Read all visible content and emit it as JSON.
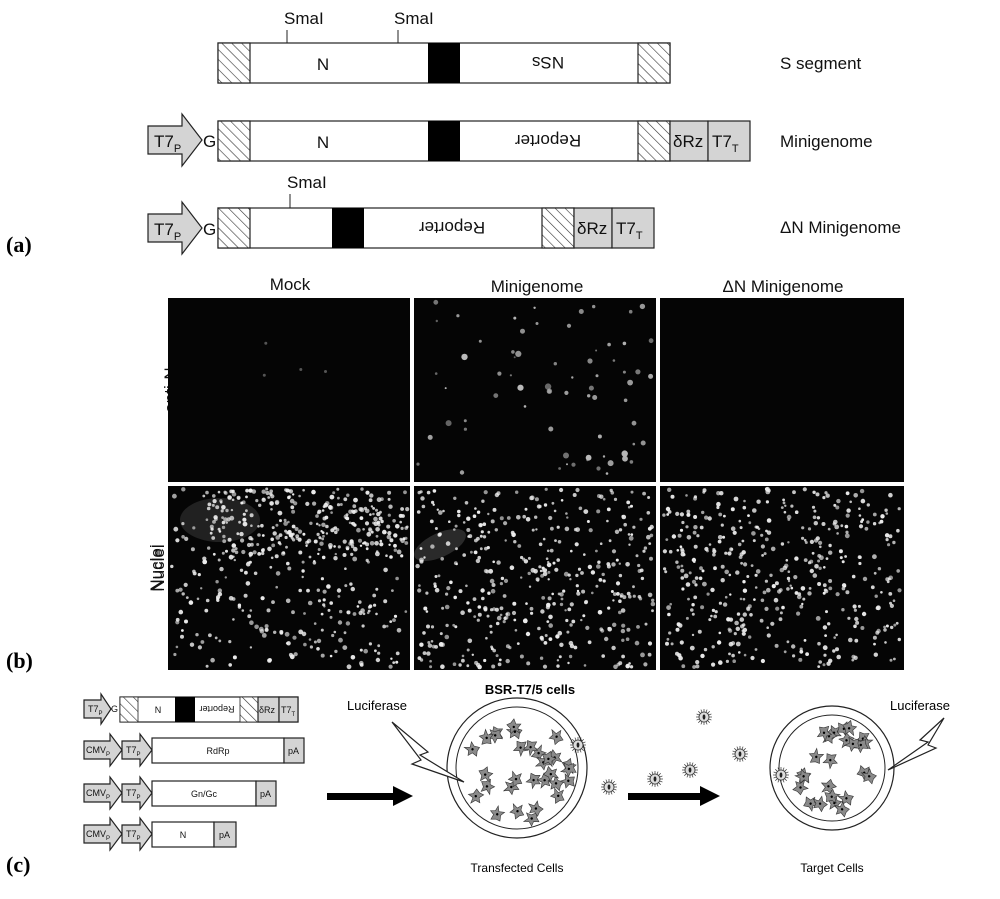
{
  "panel_labels": {
    "a": "(a)",
    "b": "(b)",
    "c": "(c)"
  },
  "panel_a": {
    "constructs": [
      {
        "name": "S segment",
        "left_gene": "N",
        "right_gene": "NSs",
        "site_labels": [
          "SmaI",
          "SmaI"
        ]
      },
      {
        "name": "Minigenome",
        "promoter": "T7",
        "promoter_sub": "P",
        "g": "G",
        "left_gene": "N",
        "right_gene": "Reporter",
        "ribozyme": "δRz",
        "terminator": "T7",
        "terminator_sub": "T"
      },
      {
        "name": "ΔN Minigenome",
        "promoter": "T7",
        "promoter_sub": "P",
        "g": "G",
        "right_gene": "Reporter",
        "ribozyme": "δRz",
        "terminator": "T7",
        "terminator_sub": "T",
        "site_labels": [
          "SmaI"
        ]
      }
    ]
  },
  "panel_b": {
    "columns": [
      "Mock",
      "Minigenome",
      "ΔN Minigenome"
    ],
    "rows": [
      "anti-N",
      "Nuclei"
    ]
  },
  "panel_c": {
    "plasmids": [
      {
        "parts": [
          "T7",
          "G",
          "N",
          "Reporter",
          "δRz",
          "T7"
        ],
        "subs": [
          "P",
          "",
          "",
          "",
          "",
          "T"
        ]
      },
      {
        "promoter1": "CMV",
        "promoter2": "T7",
        "sub1": "P",
        "sub2": "P",
        "gene": "RdRp",
        "polyA": "pA"
      },
      {
        "promoter1": "CMV",
        "promoter2": "T7",
        "sub1": "P",
        "sub2": "P",
        "gene": "Gn/Gc",
        "polyA": "pA"
      },
      {
        "promoter1": "CMV",
        "promoter2": "T7",
        "sub1": "P",
        "sub2": "P",
        "gene": "N",
        "polyA": "pA"
      }
    ],
    "cell_line": "BSR-T7/5 cells",
    "luciferase_left": "Luciferase",
    "luciferase_right": "Luciferase",
    "transfected_caption": "Transfected Cells",
    "target_caption": "Target Cells"
  }
}
